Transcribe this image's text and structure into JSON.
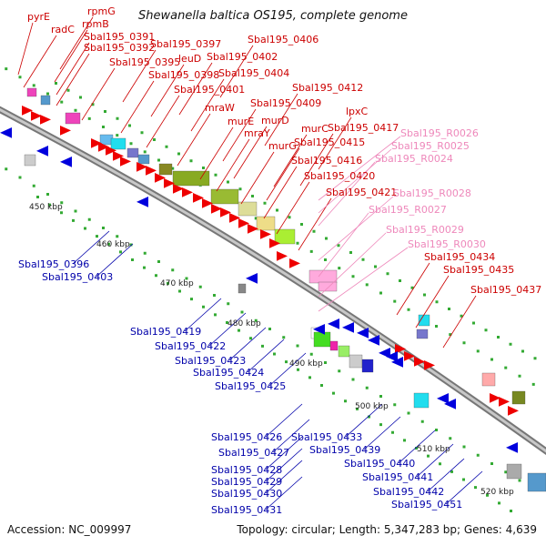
{
  "header": {
    "title": "Shewanella baltica OS195, complete genome"
  },
  "footer": {
    "accession": "Accession: NC_009997",
    "summary": "Topology: circular; Length: 5,347,283 bp; Genes: 4,639"
  },
  "colors": {
    "backbone": "#9a9a9a",
    "forward_labels": "#cc0000",
    "reverse_labels": "#0000aa",
    "rna_labels": "#ee88bb",
    "forward_cds": "#ee0000",
    "reverse_cds": "#0000dd",
    "rrna": "#ffaadd",
    "ticks": "#33aa33"
  },
  "ticks": [
    "450 kbp",
    "460 kbp",
    "470 kbp",
    "480 kbp",
    "490 kbp",
    "500 kbp",
    "510 kbp",
    "520 kbp"
  ],
  "forward_labels": [
    "pyrE",
    "radC",
    "rpmG",
    "rpmB",
    "Sbal195_0391",
    "Sbal195_0392",
    "Sbal195_0395",
    "Sbal195_0397",
    "leuD",
    "Sbal195_0398",
    "Sbal195_0402",
    "Sbal195_0406",
    "Sbal195_0401",
    "Sbal195_0404",
    "mraW",
    "Sbal195_0409",
    "Sbal195_0412",
    "murE",
    "murD",
    "mraY",
    "murC",
    "Sbal195_0417",
    "lpxC",
    "murG",
    "Sbal195_0415",
    "Sbal195_0416",
    "Sbal195_0420",
    "Sbal195_0421",
    "Sbal195_0434",
    "Sbal195_0435",
    "Sbal195_0437"
  ],
  "rna_labels": [
    "Sbal195_R0026",
    "Sbal195_R0025",
    "Sbal195_R0024",
    "Sbal195_R0028",
    "Sbal195_R0027",
    "Sbal195_R0029",
    "Sbal195_R0030"
  ],
  "reverse_labels": [
    "Sbal195_0396",
    "Sbal195_0403",
    "Sbal195_0419",
    "Sbal195_0422",
    "Sbal195_0423",
    "Sbal195_0424",
    "Sbal195_0425",
    "Sbal195_0426",
    "Sbal195_0433",
    "Sbal195_0427",
    "Sbal195_0439",
    "Sbal195_0428",
    "Sbal195_0440",
    "Sbal195_0429",
    "Sbal195_0441",
    "Sbal195_0430",
    "Sbal195_0442",
    "Sbal195_0431",
    "Sbal195_0451"
  ]
}
